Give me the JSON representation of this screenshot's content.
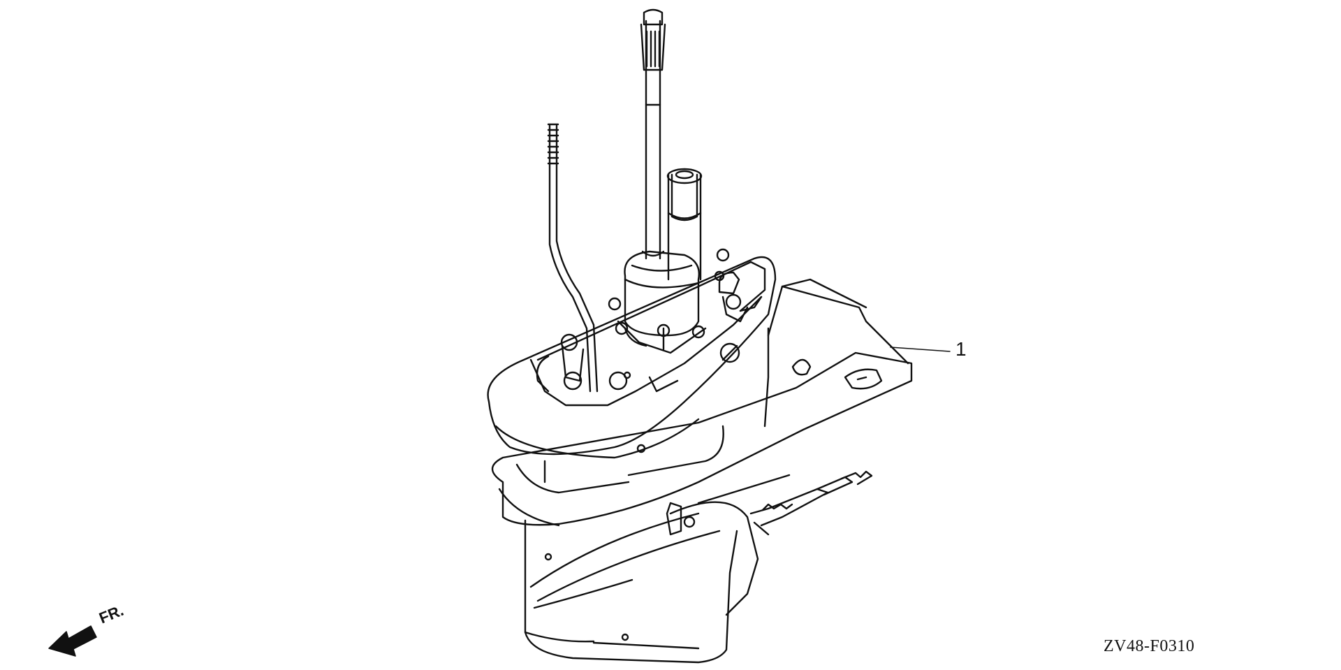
{
  "callout": {
    "number": "1"
  },
  "front_indicator": {
    "label": "FR.",
    "icon": "arrow-left-icon"
  },
  "diagram_code": "ZV48-F0310",
  "colors": {
    "line": "#111111",
    "background": "#ffffff"
  }
}
